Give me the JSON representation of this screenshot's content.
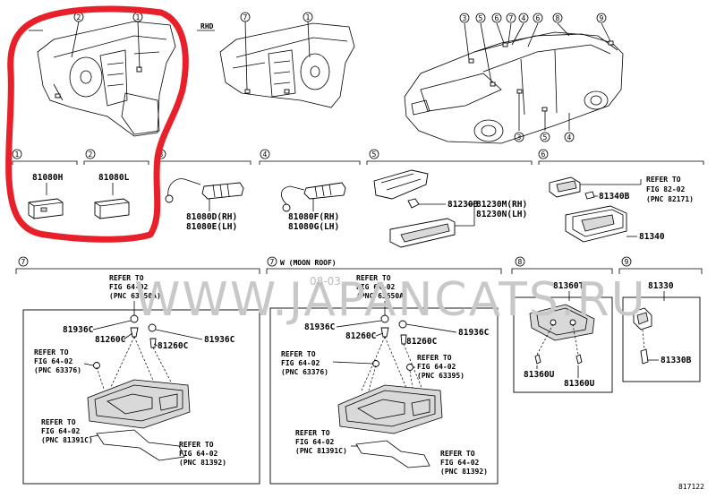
{
  "header": {
    "rhd": "RHD"
  },
  "callouts": [
    "1",
    "2",
    "3",
    "4",
    "5",
    "6",
    "7",
    "8",
    "9"
  ],
  "sections": {
    "s1": {
      "num": "1",
      "part": "81080H"
    },
    "s2": {
      "num": "2",
      "part": "81080L"
    },
    "s3": {
      "num": "3",
      "part_a": "81080D(RH)",
      "part_b": "81080E(LH)"
    },
    "s4": {
      "num": "4",
      "part_a": "81080F(RH)",
      "part_b": "81080G(LH)"
    },
    "s5": {
      "num": "5",
      "part_bulb": "81230B",
      "part_a": "81230M(RH)",
      "part_b": "81230N(LH)"
    },
    "s6": {
      "num": "6",
      "refer": "REFER TO",
      "fig": "FIG 82-02",
      "pnc": "(PNC 82171)",
      "part_bulb": "81340B",
      "part": "81340"
    },
    "s7": {
      "num": "7",
      "refer_top": [
        "REFER TO",
        "FIG 64-02",
        "(PNC 63650A)"
      ],
      "parts": {
        "a": "81936C",
        "b": "81260C",
        "c": "81260C",
        "d": "81936C"
      },
      "refer_left": [
        "REFER TO",
        "FIG 64-02",
        "(PNC 63376)"
      ],
      "refer_bl": [
        "REFER TO",
        "FIG 64-02",
        "(PNC 81391C)"
      ],
      "refer_br": [
        "REFER TO",
        "FIG 64-02",
        "(PNC 81392)"
      ]
    },
    "s7w": {
      "num": "7",
      "title": "W (MOON ROOF)",
      "refer_top": [
        "REFER TO",
        "FIG 64-02",
        "(PNC 63650A)"
      ],
      "parts": {
        "a": "81936C",
        "b": "81260C",
        "c": "81260C",
        "d": "81936C"
      },
      "refer_left": [
        "REFER TO",
        "FIG 64-02",
        "(PNC 63376)"
      ],
      "refer_mid": [
        "REFER TO",
        "FIG 64-02",
        "(PNC 63395)"
      ],
      "refer_bl": [
        "REFER TO",
        "FIG 64-02",
        "(PNC 81391C)"
      ],
      "refer_br": [
        "REFER TO",
        "FIG 64-02",
        "(PNC 81392)"
      ]
    },
    "s8": {
      "num": "8",
      "part": "81360T",
      "part_a": "81360U",
      "part_b": "81360U"
    },
    "s9": {
      "num": "9",
      "part": "81330",
      "part_bulb": "81330B"
    }
  },
  "watermark": "WWW.JAPANCATS.RU",
  "watermark_small": "08-03",
  "footer": {
    "code": "817122"
  },
  "colors": {
    "highlight": "#e8202a",
    "watermark": "#c8c8c8",
    "shade": "#d9d9d9"
  }
}
